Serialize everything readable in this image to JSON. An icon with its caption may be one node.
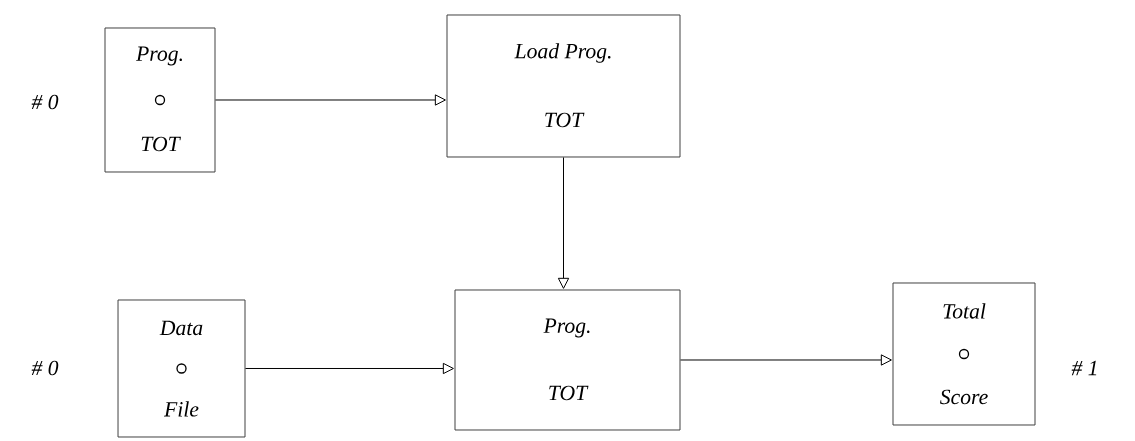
{
  "diagram": {
    "nodes": [
      {
        "text": [
          "Prog.",
          "TOT"
        ]
      },
      {
        "text": [
          "Load Prog.",
          "TOT"
        ]
      },
      {
        "text": [
          "Data",
          "File"
        ]
      },
      {
        "text": [
          "Prog.",
          "TOT"
        ]
      },
      {
        "text": [
          "Total",
          "Score"
        ]
      }
    ],
    "edges": [
      {
        "from": 0,
        "to": 1,
        "arrow": "to"
      },
      {
        "from": 1,
        "to": 3,
        "arrow": "to"
      },
      {
        "from": 2,
        "to": 3,
        "arrow": "to"
      },
      {
        "from": 3,
        "to": 4,
        "arrow": "to"
      }
    ],
    "labels": [
      "# 0",
      "# 0",
      "# 1"
    ]
  }
}
